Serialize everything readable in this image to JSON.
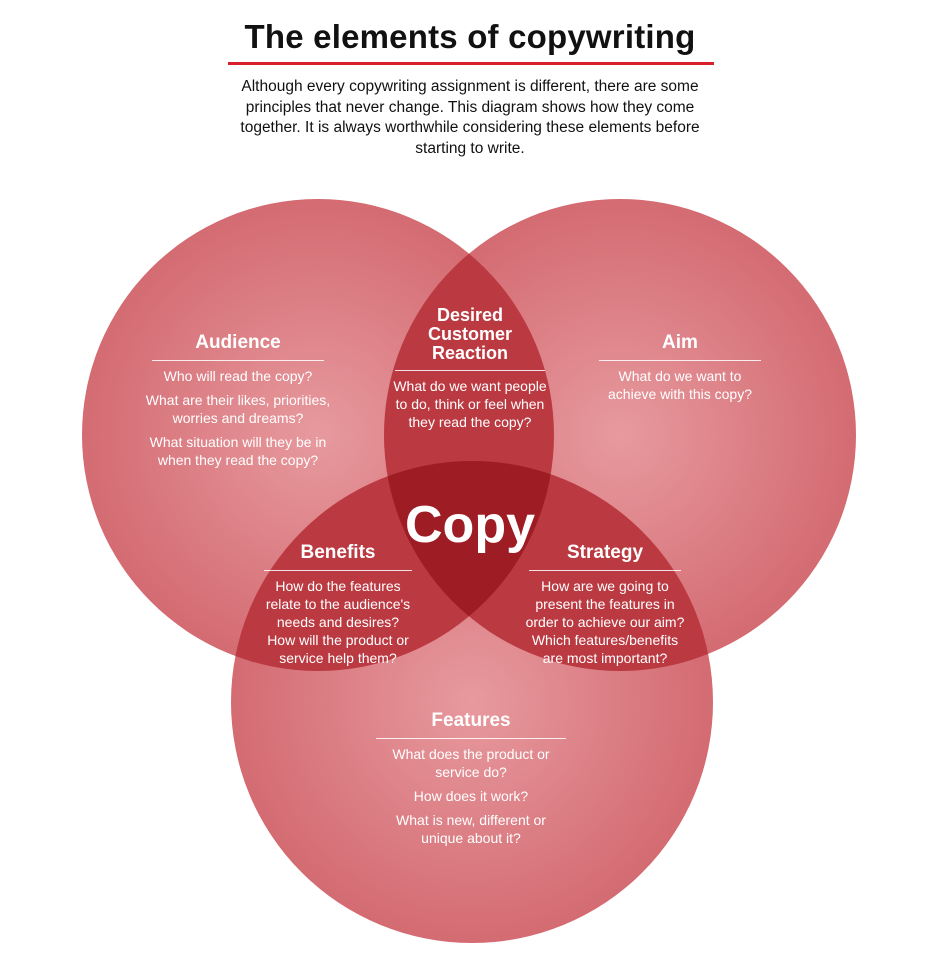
{
  "title": "The elements of copywriting",
  "intro": "Although every copywriting assignment is different, there are some principles that never change. This diagram shows how they come together. It is always worthwhile considering these elements before starting to write.",
  "colors": {
    "accent": "#d8202a",
    "circle": "#cf5c62",
    "pair_overlap": "#b6343c",
    "center": "#9c1b22"
  },
  "center_label": "Copy",
  "audience": {
    "heading": "Audience",
    "lines": [
      "Who will read the copy?",
      "What are their likes, priorities,",
      "worries and dreams?",
      "What situation will they be in",
      "when they read the copy?"
    ]
  },
  "aim": {
    "heading": "Aim",
    "lines": [
      "What do we want to",
      "achieve with this copy?"
    ]
  },
  "desired": {
    "heading": [
      "Desired",
      "Customer",
      "Reaction"
    ],
    "lines": [
      "What do we want people",
      "to do, think or feel when",
      "they read the copy?"
    ]
  },
  "benefits": {
    "heading": "Benefits",
    "lines": [
      "How do the features",
      "relate to the audience's",
      "needs and desires?",
      "How will the product or",
      "service help them?"
    ]
  },
  "strategy": {
    "heading": "Strategy",
    "lines": [
      "How are we going to",
      "present the features in",
      "order to achieve our aim?",
      "Which features/benefits",
      "are most important?"
    ]
  },
  "features": {
    "heading": "Features",
    "lines": [
      "What does the product or",
      "service do?",
      "How does it work?",
      "What is new, different or",
      "unique about it?"
    ]
  }
}
